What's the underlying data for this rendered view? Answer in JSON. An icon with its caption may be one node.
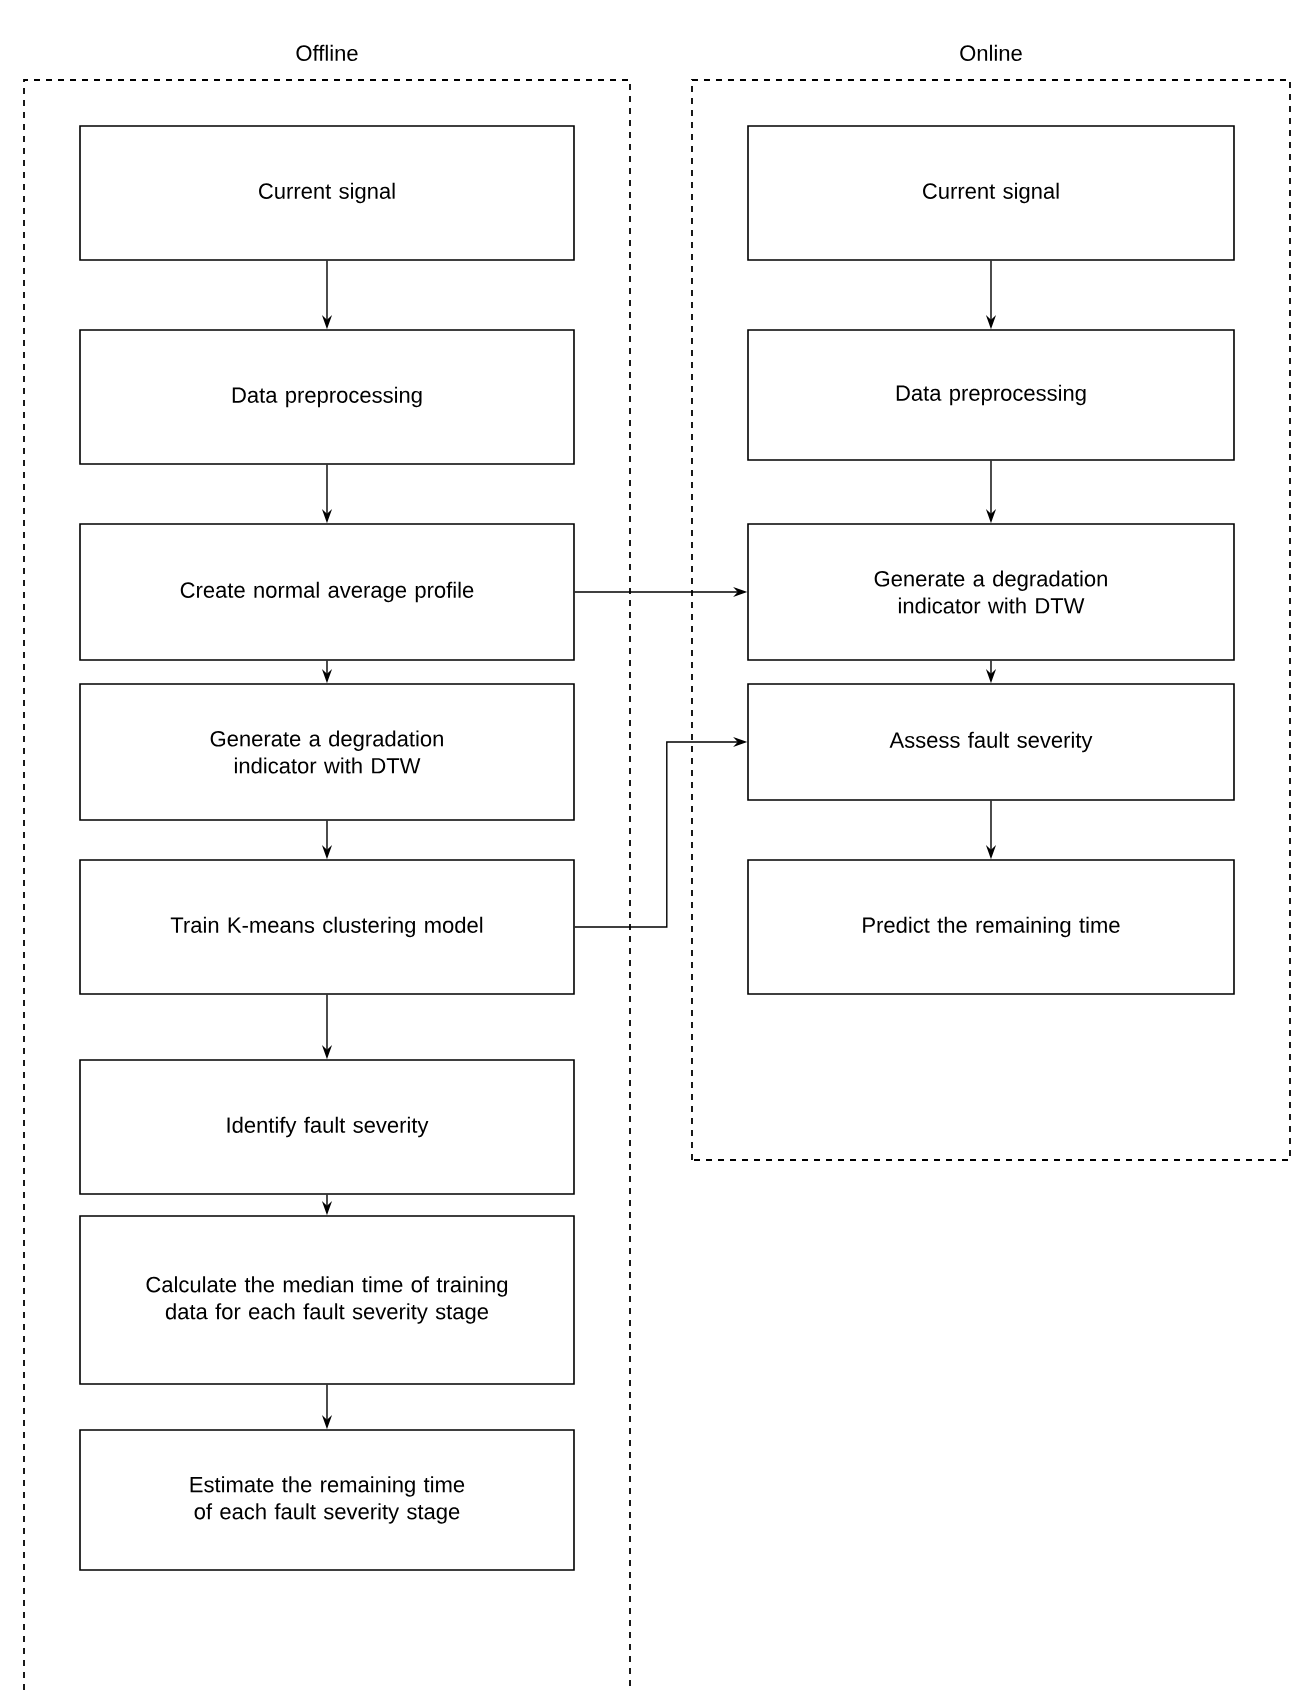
{
  "diagram": {
    "nodes": [
      {
        "text": [
          "Offline"
        ]
      },
      {
        "text": [
          "Current signal"
        ],
        "in": 0
      },
      {
        "text": [
          "Data preprocessing"
        ],
        "in": 0
      },
      {
        "text": [
          "Create normal average profile"
        ],
        "in": 0
      },
      {
        "text": [
          "Generate a degradation indicator with DTW"
        ],
        "in": 0
      },
      {
        "text": [
          "Train K-means clustering model"
        ],
        "in": 0
      },
      {
        "text": [
          "Identify fault severity"
        ],
        "in": 0
      },
      {
        "text": [
          "Calculate the median time of training data for each fault severity stage"
        ],
        "in": 0
      },
      {
        "text": [
          "Estimate the remaining time of each fault severity stage"
        ],
        "in": 0
      },
      {
        "text": [
          "Online"
        ]
      },
      {
        "text": [
          "Current signal"
        ],
        "in": 9
      },
      {
        "text": [
          "Data preprocessing"
        ],
        "in": 9
      },
      {
        "text": [
          "Generate a degradation indicator with DTW"
        ],
        "in": 9
      },
      {
        "text": [
          "Assess fault severity"
        ],
        "in": 9
      },
      {
        "text": [
          "Predict the remaining time"
        ],
        "in": 9
      }
    ],
    "edges": [
      {
        "from": 1,
        "to": 2,
        "arrow": "to"
      },
      {
        "from": 2,
        "to": 3,
        "arrow": "to"
      },
      {
        "from": 3,
        "to": 4,
        "arrow": "to"
      },
      {
        "from": 4,
        "to": 5,
        "arrow": "to"
      },
      {
        "from": 5,
        "to": 6,
        "arrow": "to"
      },
      {
        "from": 6,
        "to": 7,
        "arrow": "to"
      },
      {
        "from": 7,
        "to": 8,
        "arrow": "to"
      },
      {
        "from": 10,
        "to": 11,
        "arrow": "to"
      },
      {
        "from": 11,
        "to": 12,
        "arrow": "to"
      },
      {
        "from": 12,
        "to": 13,
        "arrow": "to"
      },
      {
        "from": 13,
        "to": 14,
        "arrow": "to"
      },
      {
        "from": 3,
        "to": 12,
        "arrow": "to"
      },
      {
        "from": 5,
        "to": 13,
        "arrow": "to"
      }
    ]
  }
}
